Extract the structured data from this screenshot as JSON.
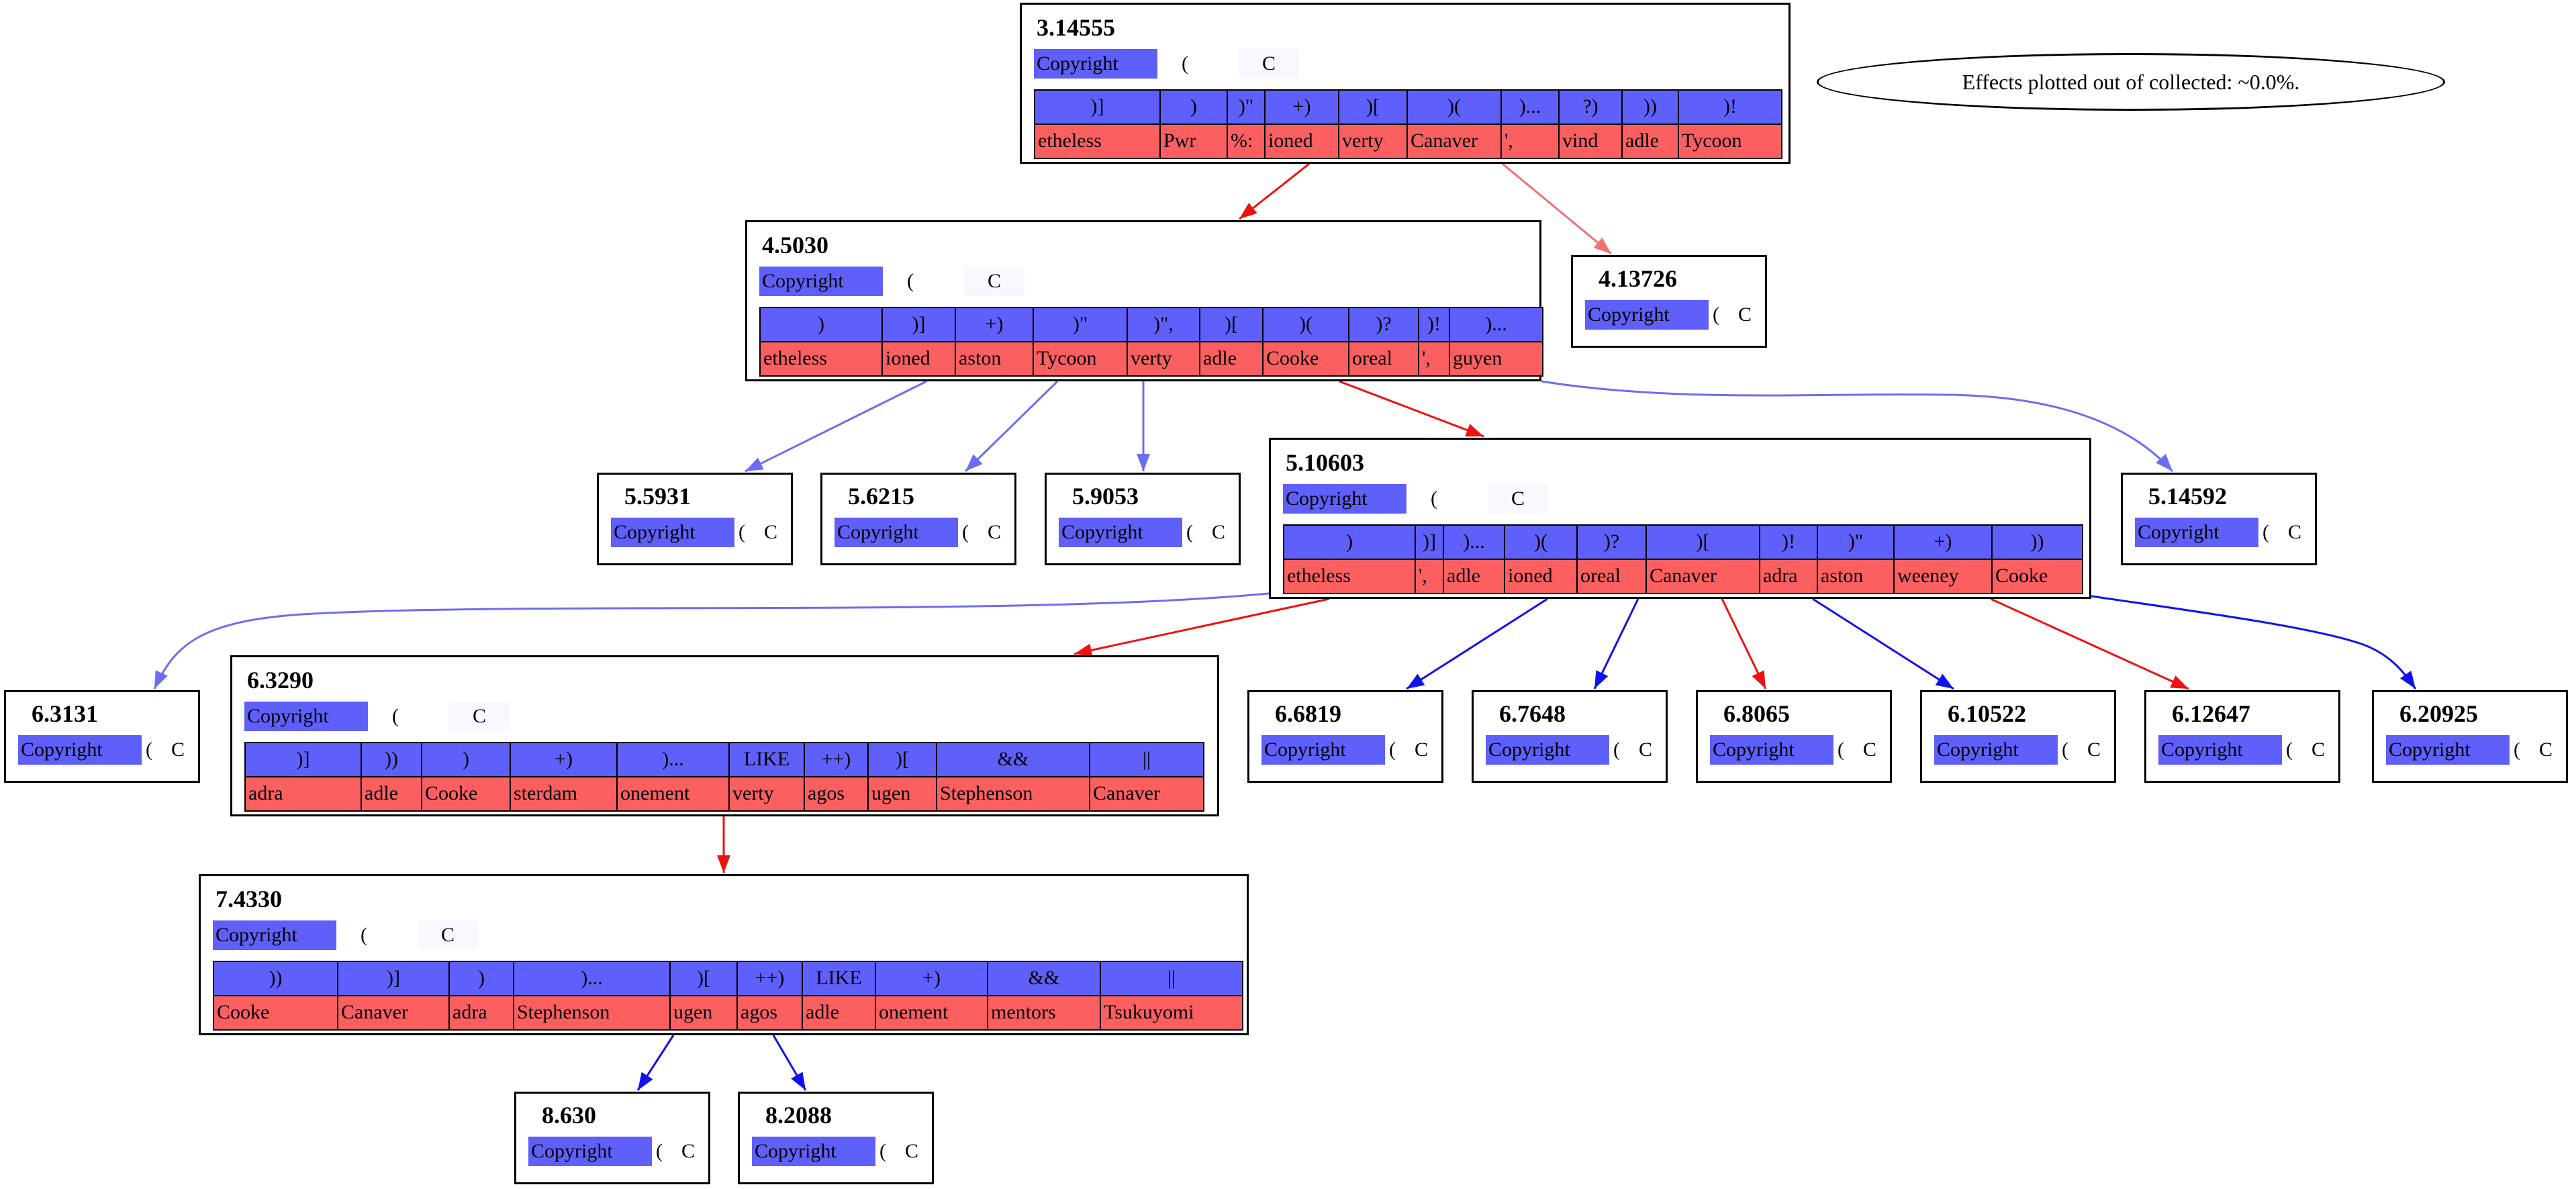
{
  "info_text": "Effects plotted out of collected: ~0.0%.",
  "label_name": "Copyright",
  "label_paren": "(",
  "label_cat": "C",
  "colors": {
    "edge_red": "#ee1111",
    "edge_red_light": "#f27070",
    "edge_blue": "#1111ee",
    "edge_blue_light": "#6d6df2",
    "cell_blue": "#5f5ffb",
    "cell_red": "#fb5f5f"
  },
  "nodes": [
    {
      "id": "3.14555",
      "top_tokens": [
        ")]",
        ")",
        ")\"",
        "+)",
        ")[",
        ")(",
        ")...",
        "?)",
        "))",
        ")!"
      ],
      "bottom_tokens": [
        "etheless",
        "Pwr",
        "%:",
        "ioned",
        "verty",
        "Canaver",
        "',",
        "vind",
        "adle",
        "Tycoon"
      ]
    },
    {
      "id": "4.5030",
      "top_tokens": [
        ")",
        ")]",
        "+)",
        ")\"",
        ")\",",
        ")[",
        ")(",
        ")?",
        ")!",
        ")..."
      ],
      "bottom_tokens": [
        "etheless",
        "ioned",
        "aston",
        "Tycoon",
        "verty",
        "adle",
        "Cooke",
        "oreal",
        "',",
        "guyen"
      ]
    },
    {
      "id": "4.13726"
    },
    {
      "id": "5.5931"
    },
    {
      "id": "5.6215"
    },
    {
      "id": "5.9053"
    },
    {
      "id": "5.10603",
      "top_tokens": [
        ")",
        ")]",
        ")...",
        ")(",
        ")?",
        ")[",
        ")!",
        ")\"",
        "+)",
        "))"
      ],
      "bottom_tokens": [
        "etheless",
        "',",
        "adle",
        "ioned",
        "oreal",
        "Canaver",
        "adra",
        "aston",
        "weeney",
        "Cooke"
      ]
    },
    {
      "id": "5.14592"
    },
    {
      "id": "6.3131"
    },
    {
      "id": "6.3290",
      "top_tokens": [
        ")]",
        "))",
        ")",
        "+)",
        ")...",
        "LIKE",
        "++)",
        ")[",
        "&&",
        "||"
      ],
      "bottom_tokens": [
        "adra",
        "adle",
        "Cooke",
        "sterdam",
        "onement",
        "verty",
        "agos",
        "ugen",
        "Stephenson",
        "Canaver"
      ]
    },
    {
      "id": "6.6819"
    },
    {
      "id": "6.7648"
    },
    {
      "id": "6.8065"
    },
    {
      "id": "6.10522"
    },
    {
      "id": "6.12647"
    },
    {
      "id": "6.20925"
    },
    {
      "id": "7.4330",
      "top_tokens": [
        "))",
        ")]",
        ")",
        ")...",
        ")[",
        "++)",
        "LIKE",
        "+)",
        "&&",
        "||"
      ],
      "bottom_tokens": [
        "Cooke",
        "Canaver",
        "adra",
        "Stephenson",
        "ugen",
        "agos",
        "adle",
        "onement",
        "mentors",
        "Tsukuyomi"
      ]
    },
    {
      "id": "8.630"
    },
    {
      "id": "8.2088"
    }
  ],
  "edges": [
    {
      "from": "3.14555",
      "to": "4.5030",
      "color": "red"
    },
    {
      "from": "3.14555",
      "to": "4.13726",
      "color": "red_light"
    },
    {
      "from": "4.5030",
      "to": "5.5931",
      "color": "blue_light"
    },
    {
      "from": "4.5030",
      "to": "5.6215",
      "color": "blue_light"
    },
    {
      "from": "4.5030",
      "to": "5.9053",
      "color": "blue_light"
    },
    {
      "from": "4.5030",
      "to": "5.10603",
      "color": "red"
    },
    {
      "from": "4.5030",
      "to": "5.14592",
      "color": "blue_light"
    },
    {
      "from": "5.10603",
      "to": "6.3131",
      "color": "blue_light"
    },
    {
      "from": "5.10603",
      "to": "6.3290",
      "color": "red"
    },
    {
      "from": "5.10603",
      "to": "6.6819",
      "color": "blue"
    },
    {
      "from": "5.10603",
      "to": "6.7648",
      "color": "blue"
    },
    {
      "from": "5.10603",
      "to": "6.8065",
      "color": "red"
    },
    {
      "from": "5.10603",
      "to": "6.10522",
      "color": "blue"
    },
    {
      "from": "5.10603",
      "to": "6.12647",
      "color": "red"
    },
    {
      "from": "5.10603",
      "to": "6.20925",
      "color": "blue"
    },
    {
      "from": "6.3290",
      "to": "7.4330",
      "color": "red"
    },
    {
      "from": "7.4330",
      "to": "8.630",
      "color": "blue"
    },
    {
      "from": "7.4330",
      "to": "8.2088",
      "color": "blue"
    }
  ]
}
